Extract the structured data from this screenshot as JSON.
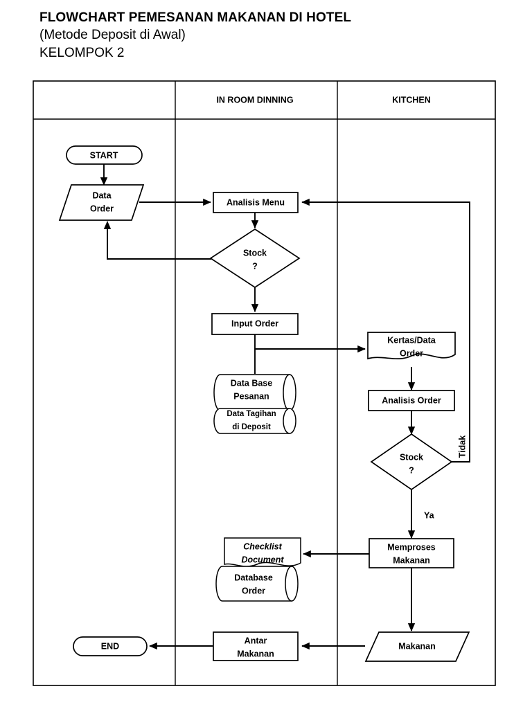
{
  "document": {
    "title_line1": "FLOWCHART PEMESANAN MAKANAN DI HOTEL",
    "title_line2": "(Metode Deposit di Awal)",
    "title_line3": "KELOMPOK 2"
  },
  "swimlanes": {
    "headers": [
      {
        "label": ""
      },
      {
        "label": "IN ROOM DINNING"
      },
      {
        "label": "KITCHEN"
      }
    ]
  },
  "chart_data": {
    "type": "diagram",
    "diagram_kind": "flowchart",
    "title": "FLOWCHART PEMESANAN MAKANAN DI HOTEL",
    "lanes": [
      "",
      "IN ROOM DINNING",
      "KITCHEN"
    ],
    "nodes": [
      {
        "id": "start",
        "lane": 0,
        "shape": "terminator",
        "label": "START"
      },
      {
        "id": "data_order",
        "lane": 0,
        "shape": "parallelogram",
        "label": "Data Order",
        "line1": "Data",
        "line2": "Order"
      },
      {
        "id": "analisis_menu",
        "lane": 1,
        "shape": "process",
        "label": "Analisis Menu"
      },
      {
        "id": "stock1",
        "lane": 1,
        "shape": "decision",
        "label": "Stock ?",
        "line1": "Stock",
        "line2": "?"
      },
      {
        "id": "input_order",
        "lane": 1,
        "shape": "process",
        "label": "Input Order"
      },
      {
        "id": "db_pesanan",
        "lane": 1,
        "shape": "database",
        "label": "Data Base Pesanan",
        "line1": "Data Base",
        "line2": "Pesanan"
      },
      {
        "id": "db_tagihan",
        "lane": 1,
        "shape": "database",
        "label": "Data Tagihan di Deposit",
        "line1": "Data Tagihan",
        "line2": "di Deposit"
      },
      {
        "id": "kertas_order",
        "lane": 2,
        "shape": "document",
        "label": "Kertas/Data Order",
        "line1": "Kertas/Data",
        "line2": "Order"
      },
      {
        "id": "analisis_ord",
        "lane": 2,
        "shape": "process",
        "label": "Analisis Order"
      },
      {
        "id": "stock2",
        "lane": 2,
        "shape": "decision",
        "label": "Stock ?",
        "line1": "Stock",
        "line2": "?"
      },
      {
        "id": "memproses",
        "lane": 2,
        "shape": "process",
        "label": "Memproses Makanan",
        "line1": "Memproses",
        "line2": "Makanan"
      },
      {
        "id": "checklist",
        "lane": 1,
        "shape": "document",
        "label": "Checklist Document",
        "line1": "Checklist",
        "line2": "Document",
        "italic": true
      },
      {
        "id": "db_order",
        "lane": 1,
        "shape": "database",
        "label": "Database Order",
        "line1": "Database",
        "line2": "Order"
      },
      {
        "id": "makanan",
        "lane": 2,
        "shape": "parallelogram",
        "label": "Makanan"
      },
      {
        "id": "antar",
        "lane": 1,
        "shape": "process",
        "label": "Antar Makanan",
        "line1": "Antar",
        "line2": "Makanan"
      },
      {
        "id": "end",
        "lane": 0,
        "shape": "terminator",
        "label": "END"
      }
    ],
    "edges": [
      {
        "from": "start",
        "to": "data_order",
        "label": ""
      },
      {
        "from": "data_order",
        "to": "analisis_menu",
        "label": ""
      },
      {
        "from": "analisis_menu",
        "to": "stock1",
        "label": ""
      },
      {
        "from": "stock1",
        "to": "data_order",
        "label": ""
      },
      {
        "from": "stock1",
        "to": "input_order",
        "label": ""
      },
      {
        "from": "input_order",
        "to": "db_pesanan",
        "label": ""
      },
      {
        "from": "input_order",
        "to": "kertas_order",
        "label": ""
      },
      {
        "from": "kertas_order",
        "to": "analisis_ord",
        "label": ""
      },
      {
        "from": "analisis_ord",
        "to": "stock2",
        "label": ""
      },
      {
        "from": "stock2",
        "to": "analisis_menu",
        "label": "Tidak"
      },
      {
        "from": "stock2",
        "to": "memproses",
        "label": "Ya"
      },
      {
        "from": "memproses",
        "to": "checklist",
        "label": ""
      },
      {
        "from": "memproses",
        "to": "makanan",
        "label": ""
      },
      {
        "from": "makanan",
        "to": "antar",
        "label": ""
      },
      {
        "from": "antar",
        "to": "end",
        "label": ""
      }
    ],
    "edge_labels": {
      "tidak": "Tidak",
      "ya": "Ya"
    }
  }
}
